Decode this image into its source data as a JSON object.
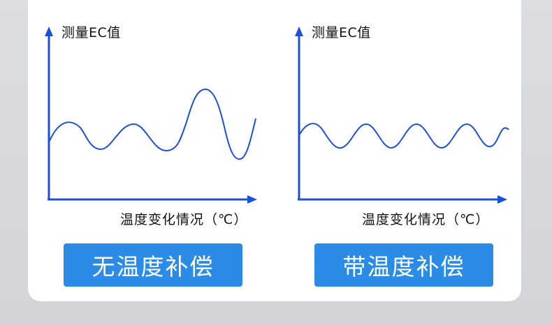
{
  "panels": [
    {
      "y_label": "测量EC值",
      "x_label": "温度变化情况（℃）",
      "button": "无温度补偿",
      "curve": "unstable"
    },
    {
      "y_label": "测量EC值",
      "x_label": "温度变化情况（℃）",
      "button": "带温度补偿",
      "curve": "stable"
    }
  ],
  "colors": {
    "axis": "#1a4fe0",
    "curve": "#1a4fe0",
    "button_bg": "#2a8ce6",
    "button_text": "#ffffff"
  }
}
